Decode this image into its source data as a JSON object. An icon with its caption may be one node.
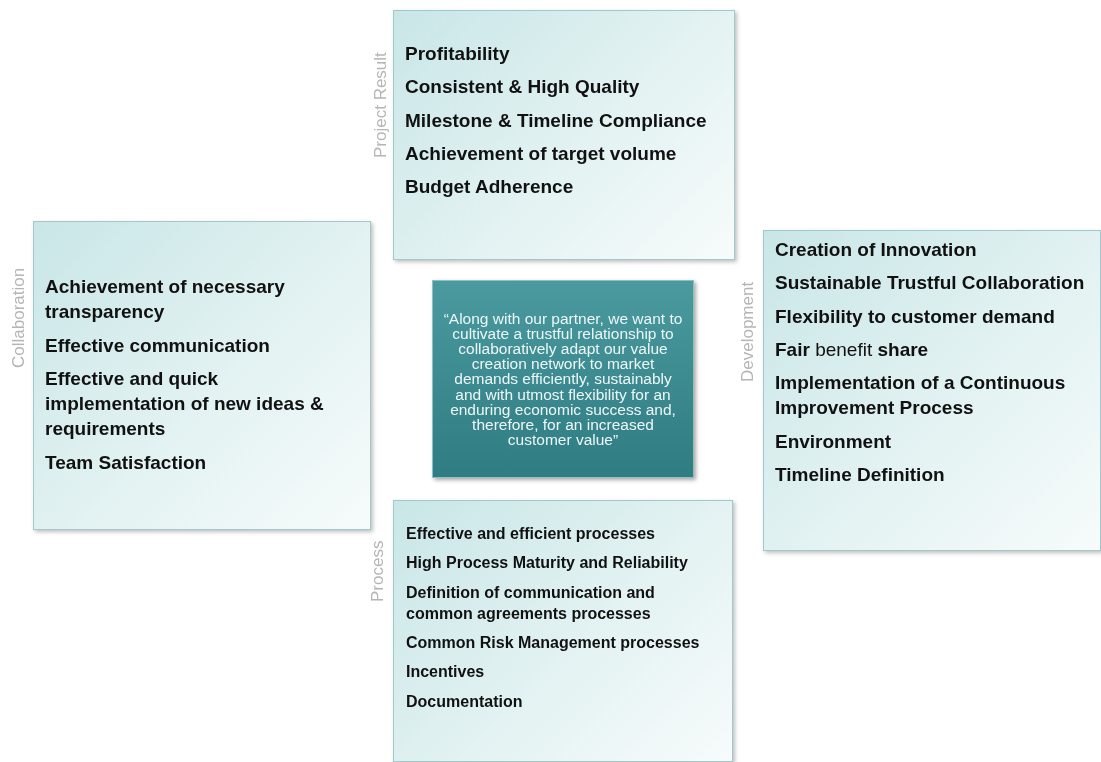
{
  "diagram": {
    "nodes": [
      {
        "text": [
          "Project Result",
          "Profitability",
          "Consistent & High Quality",
          "Milestone & Timeline Compliance",
          "Achievement of target volume",
          "Budget Adherence"
        ]
      },
      {
        "text": [
          "Collaboration",
          "Achievement of necessary transparency",
          "Effective communication",
          "Effective and quick implementation of new ideas & requirements",
          "Team Satisfaction"
        ]
      },
      {
        "text": [
          "“Along with our partner, we want to cultivate a trustful relationship to collaboratively adapt our value creation network to market demands efficiently, sustainably and with utmost flexibility for an enduring economic success and, therefore, for an increased customer value”"
        ]
      },
      {
        "text": [
          "Development",
          "Creation of Innovation",
          "Sustainable Trustful Collaboration",
          "Flexibility to customer demand",
          "**Fair** benefit **share**",
          "Implementation of  a Continuous Improvement Process",
          "Environment",
          "Timeline Definition"
        ]
      },
      {
        "text": [
          "Process",
          "Effective and efficient processes",
          "High Process Maturity and Reliability",
          "Definition of communication and common agreements  processes",
          "Common Risk Management processes",
          "Incentives",
          "Documentation"
        ]
      }
    ],
    "edges": []
  }
}
